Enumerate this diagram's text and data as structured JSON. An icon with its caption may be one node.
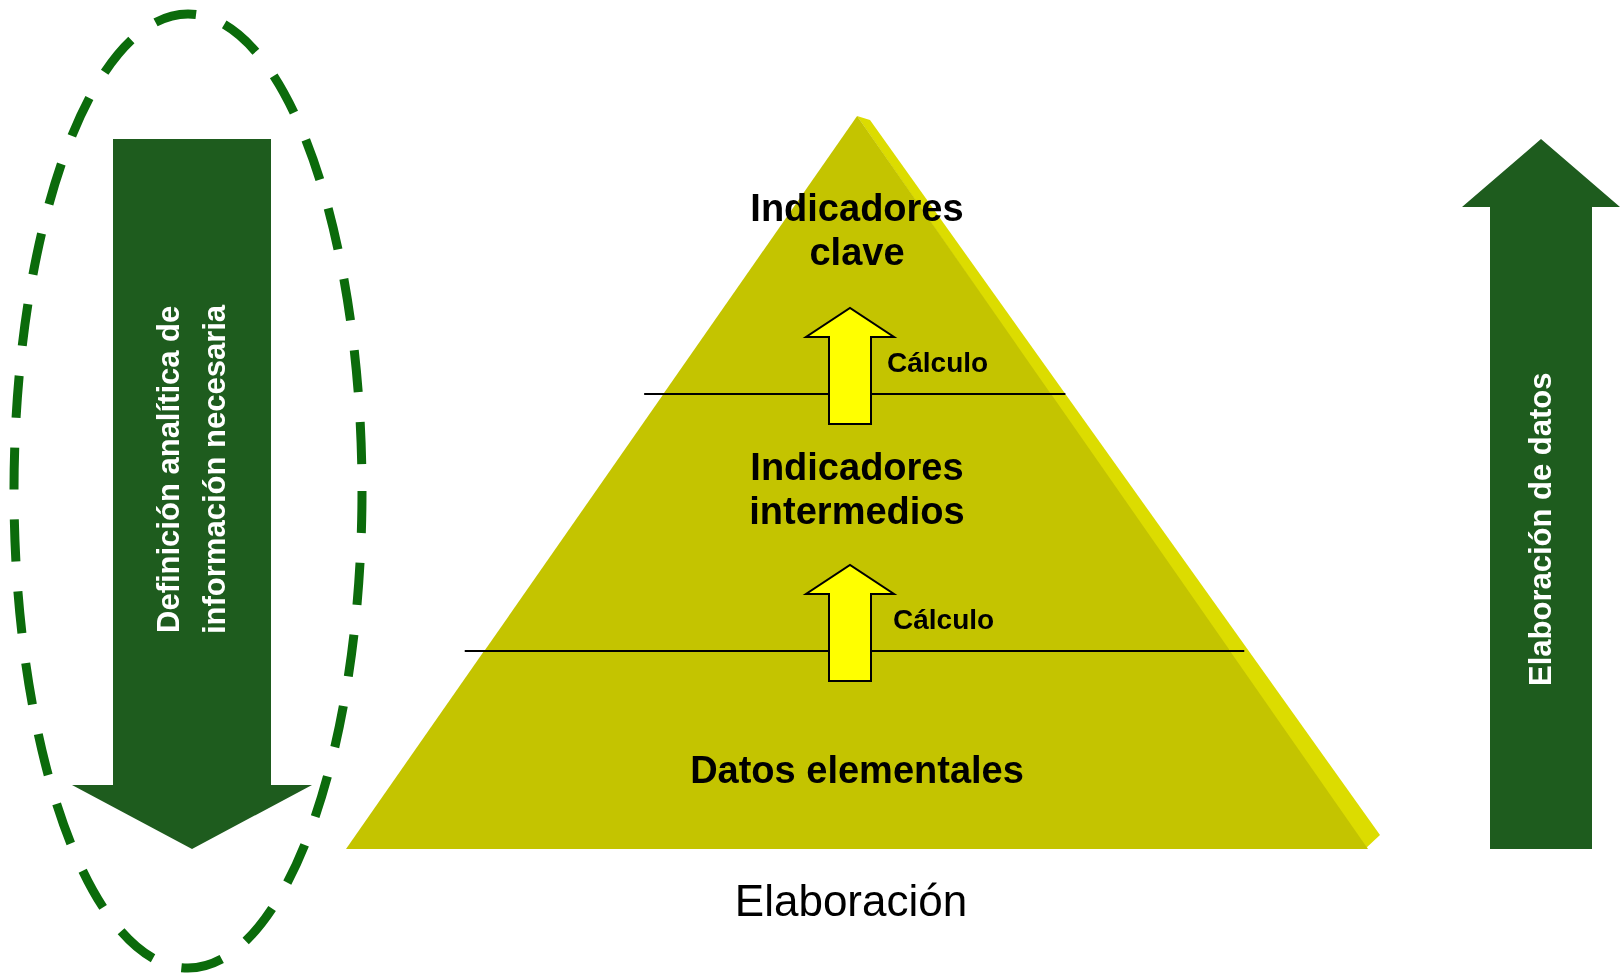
{
  "diagram": {
    "nodes": [
      {
        "text": [
          "Definición analítica de información necesaria"
        ]
      },
      {
        "text": [
          "Indicadores clave"
        ]
      },
      {
        "text": [
          "Indicadores intermedios"
        ]
      },
      {
        "text": [
          "Datos elementales"
        ]
      },
      {
        "text": [
          "Elaboración de datos"
        ]
      }
    ],
    "edges": [
      {
        "from": 2,
        "to": 1,
        "arrow": "to",
        "label": "Cálculo"
      },
      {
        "from": 3,
        "to": 2,
        "arrow": "to",
        "label": "Cálculo"
      }
    ],
    "labels": [
      "Elaboración"
    ]
  }
}
